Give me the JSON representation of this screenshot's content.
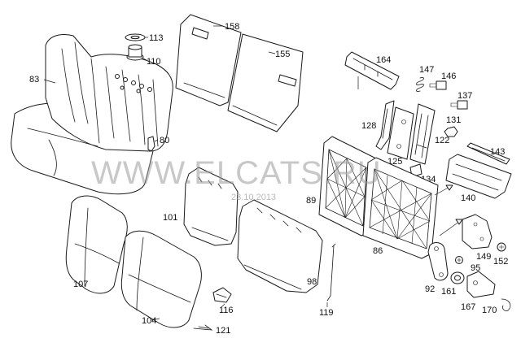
{
  "watermark": {
    "text": "WWW.ELCATS.RU",
    "date": "23.10.2013"
  },
  "parts": [
    {
      "id": "p83",
      "number": "83"
    },
    {
      "id": "p80",
      "number": "80"
    },
    {
      "id": "p110",
      "number": "110"
    },
    {
      "id": "p113",
      "number": "113"
    },
    {
      "id": "p158",
      "number": "158"
    },
    {
      "id": "p155",
      "number": "155"
    },
    {
      "id": "p164",
      "number": "164"
    },
    {
      "id": "p147",
      "number": "147"
    },
    {
      "id": "p146",
      "number": "146"
    },
    {
      "id": "p137",
      "number": "137"
    },
    {
      "id": "p128",
      "number": "128"
    },
    {
      "id": "p131",
      "number": "131"
    },
    {
      "id": "p122",
      "number": "122"
    },
    {
      "id": "p143",
      "number": "143"
    },
    {
      "id": "p125",
      "number": "125"
    },
    {
      "id": "p134",
      "number": "134"
    },
    {
      "id": "p140",
      "number": "140"
    },
    {
      "id": "p89",
      "number": "89"
    },
    {
      "id": "p86",
      "number": "86"
    },
    {
      "id": "p101",
      "number": "101"
    },
    {
      "id": "p98",
      "number": "98"
    },
    {
      "id": "p107",
      "number": "107"
    },
    {
      "id": "p104",
      "number": "104"
    },
    {
      "id": "p116",
      "number": "116"
    },
    {
      "id": "p121",
      "number": "121"
    },
    {
      "id": "p119",
      "number": "119"
    },
    {
      "id": "p149",
      "number": "149"
    },
    {
      "id": "p152",
      "number": "152"
    },
    {
      "id": "p95",
      "number": "95"
    },
    {
      "id": "p92",
      "number": "92"
    },
    {
      "id": "p161",
      "number": "161"
    },
    {
      "id": "p167",
      "number": "167"
    },
    {
      "id": "p170",
      "number": "170"
    }
  ]
}
